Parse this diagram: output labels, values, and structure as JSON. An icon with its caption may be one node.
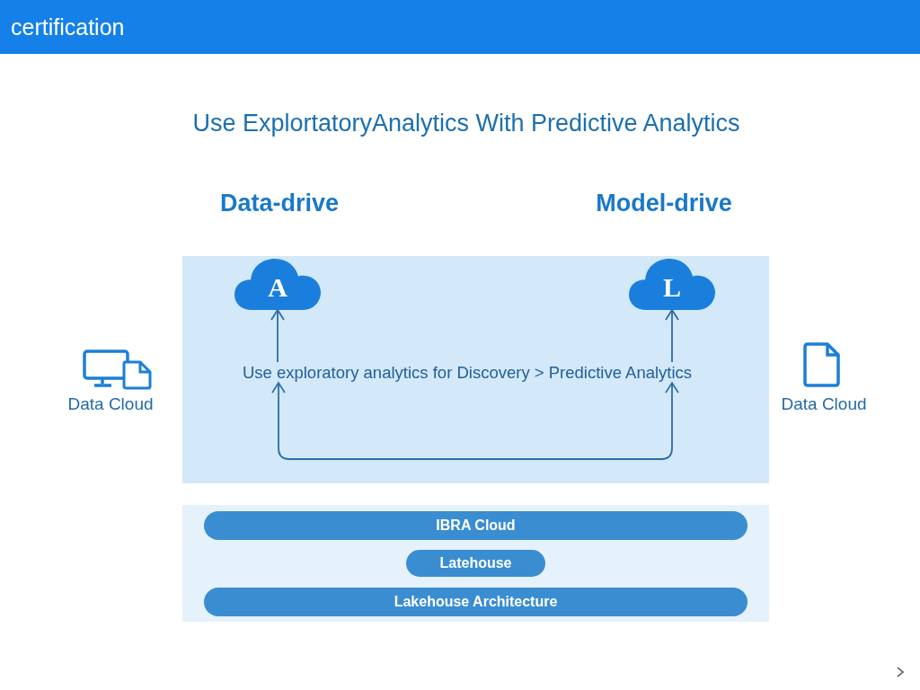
{
  "diagram": {
    "title": "Use ExplortatoryAnalytics With Predictive Analytics",
    "nodes": [
      {
        "text": [],
        "shape": "box"
      },
      {
        "text": [
          "A"
        ],
        "in": 0
      },
      {
        "text": [
          "L"
        ],
        "in": 0
      },
      {
        "text": [
          "Use exploratory analytics for Discovery > Predictive Analytics"
        ],
        "in": 0
      },
      {
        "text": [],
        "shape": "box"
      },
      {
        "text": [
          "IBRA Cloud"
        ],
        "in": 4
      },
      {
        "text": [
          "Latehouse"
        ],
        "in": 4
      },
      {
        "text": [
          "Lakehouse Architecture"
        ],
        "in": 4
      }
    ],
    "edges": [
      {
        "from": 3,
        "to": 1,
        "arrow": "to"
      },
      {
        "from": 3,
        "to": 2,
        "arrow": "to"
      },
      {
        "from": 3,
        "to": 3,
        "arrow": "both"
      }
    ],
    "labels": [
      "certification",
      "Data-drive",
      "Model-drive",
      "Data Cloud",
      "Data Cloud"
    ]
  }
}
